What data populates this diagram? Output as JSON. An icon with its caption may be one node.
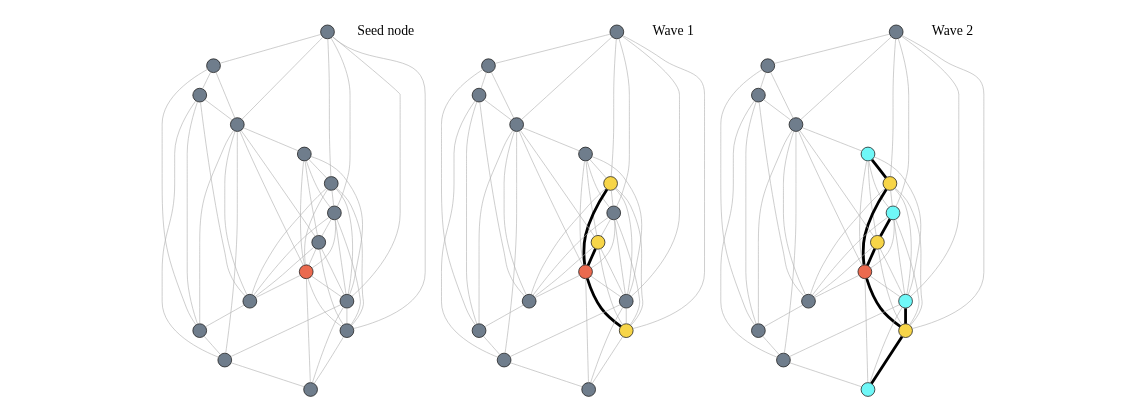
{
  "diagram": {
    "nodes": [
      {
        "text": [],
        "shape": "circle"
      },
      {
        "text": [],
        "shape": "circle"
      },
      {
        "text": [],
        "shape": "circle"
      },
      {
        "text": [],
        "shape": "circle"
      },
      {
        "text": [],
        "shape": "circle"
      },
      {
        "text": [],
        "shape": "circle"
      },
      {
        "text": [],
        "shape": "circle"
      },
      {
        "text": [],
        "shape": "circle"
      },
      {
        "text": [],
        "shape": "circle"
      },
      {
        "text": [],
        "shape": "circle"
      },
      {
        "text": [],
        "shape": "circle"
      },
      {
        "text": [],
        "shape": "circle"
      },
      {
        "text": [],
        "shape": "circle"
      },
      {
        "text": [],
        "shape": "circle"
      },
      {
        "text": [],
        "shape": "circle"
      },
      {
        "text": [],
        "shape": "circle"
      },
      {
        "text": [],
        "shape": "circle"
      },
      {
        "text": [],
        "shape": "circle"
      },
      {
        "text": [],
        "shape": "circle"
      },
      {
        "text": [],
        "shape": "circle"
      },
      {
        "text": [],
        "shape": "circle"
      },
      {
        "text": [],
        "shape": "circle"
      },
      {
        "text": [],
        "shape": "circle"
      },
      {
        "text": [],
        "shape": "circle"
      },
      {
        "text": [],
        "shape": "circle"
      },
      {
        "text": [],
        "shape": "circle"
      },
      {
        "text": [],
        "shape": "circle"
      },
      {
        "text": [],
        "shape": "circle"
      },
      {
        "text": [],
        "shape": "circle"
      },
      {
        "text": [],
        "shape": "circle"
      },
      {
        "text": [],
        "shape": "circle"
      },
      {
        "text": [],
        "shape": "circle"
      },
      {
        "text": [],
        "shape": "circle"
      },
      {
        "text": [],
        "shape": "circle"
      },
      {
        "text": [],
        "shape": "circle"
      },
      {
        "text": [],
        "shape": "circle"
      },
      {
        "text": [],
        "shape": "circle"
      },
      {
        "text": [],
        "shape": "circle"
      },
      {
        "text": [],
        "shape": "circle"
      },
      {
        "text": [],
        "shape": "circle"
      },
      {
        "text": [],
        "shape": "circle"
      },
      {
        "text": [],
        "shape": "circle"
      },
      {
        "text": [],
        "shape": "circle"
      },
      {
        "text": [],
        "shape": "circle"
      },
      {
        "text": [],
        "shape": "circle"
      }
    ],
    "edges": [
      {
        "from": 0,
        "to": 1,
        "arrow": "none"
      },
      {
        "from": 0,
        "to": 3,
        "arrow": "none"
      },
      {
        "from": 0,
        "to": 5,
        "arrow": "none"
      },
      {
        "from": 0,
        "to": 6,
        "arrow": "none"
      },
      {
        "from": 0,
        "to": 12,
        "arrow": "none"
      },
      {
        "from": 0,
        "to": 11,
        "arrow": "none"
      },
      {
        "from": 1,
        "to": 5,
        "arrow": "none"
      },
      {
        "from": 1,
        "to": 4,
        "arrow": "none"
      },
      {
        "from": 1,
        "to": 8,
        "arrow": "none"
      },
      {
        "from": 4,
        "to": 8,
        "arrow": "none"
      },
      {
        "from": 4,
        "to": 13,
        "arrow": "none"
      },
      {
        "from": 8,
        "to": 13,
        "arrow": "none"
      },
      {
        "from": 4,
        "to": 9,
        "arrow": "none"
      },
      {
        "from": 4,
        "to": 5,
        "arrow": "none"
      },
      {
        "from": 5,
        "to": 8,
        "arrow": "none"
      },
      {
        "from": 5,
        "to": 13,
        "arrow": "none"
      },
      {
        "from": 5,
        "to": 9,
        "arrow": "none"
      },
      {
        "from": 5,
        "to": 2,
        "arrow": "none"
      },
      {
        "from": 5,
        "to": 7,
        "arrow": "none"
      },
      {
        "from": 5,
        "to": 10,
        "arrow": "none"
      },
      {
        "from": 9,
        "to": 8,
        "arrow": "none"
      },
      {
        "from": 9,
        "to": 6,
        "arrow": "none"
      },
      {
        "from": 11,
        "to": 13,
        "arrow": "none"
      },
      {
        "from": 13,
        "to": 14,
        "arrow": "none"
      },
      {
        "from": 2,
        "to": 3,
        "arrow": "none"
      },
      {
        "from": 2,
        "to": 7,
        "arrow": "none"
      },
      {
        "from": 2,
        "to": 10,
        "arrow": "none"
      },
      {
        "from": 2,
        "to": 11,
        "arrow": "none"
      },
      {
        "from": 2,
        "to": 6,
        "arrow": "none"
      },
      {
        "from": 3,
        "to": 10,
        "arrow": "none"
      },
      {
        "from": 3,
        "to": 11,
        "arrow": "none"
      },
      {
        "from": 3,
        "to": 12,
        "arrow": "none"
      },
      {
        "from": 3,
        "to": 9,
        "arrow": "none"
      },
      {
        "from": 3,
        "to": 6,
        "arrow": "none"
      },
      {
        "from": 6,
        "to": 7,
        "arrow": "none"
      },
      {
        "from": 6,
        "to": 10,
        "arrow": "none"
      },
      {
        "from": 6,
        "to": 12,
        "arrow": "none"
      },
      {
        "from": 6,
        "to": 11,
        "arrow": "none"
      },
      {
        "from": 7,
        "to": 10,
        "arrow": "none"
      },
      {
        "from": 7,
        "to": 12,
        "arrow": "none"
      },
      {
        "from": 7,
        "to": 9,
        "arrow": "none"
      },
      {
        "from": 7,
        "to": 11,
        "arrow": "none"
      },
      {
        "from": 10,
        "to": 11,
        "arrow": "none"
      },
      {
        "from": 10,
        "to": 12,
        "arrow": "none"
      },
      {
        "from": 10,
        "to": 14,
        "arrow": "none"
      },
      {
        "from": 10,
        "to": 9,
        "arrow": "none"
      },
      {
        "from": 11,
        "to": 14,
        "arrow": "none"
      },
      {
        "from": 11,
        "to": 12,
        "arrow": "none"
      },
      {
        "from": 12,
        "to": 14,
        "arrow": "none"
      },
      {
        "from": 15,
        "to": 16,
        "arrow": "none"
      },
      {
        "from": 15,
        "to": 18,
        "arrow": "none"
      },
      {
        "from": 15,
        "to": 20,
        "arrow": "none"
      },
      {
        "from": 15,
        "to": 21,
        "arrow": "none"
      },
      {
        "from": 15,
        "to": 27,
        "arrow": "none"
      },
      {
        "from": 15,
        "to": 26,
        "arrow": "none"
      },
      {
        "from": 16,
        "to": 20,
        "arrow": "none"
      },
      {
        "from": 16,
        "to": 19,
        "arrow": "none"
      },
      {
        "from": 16,
        "to": 23,
        "arrow": "none"
      },
      {
        "from": 19,
        "to": 23,
        "arrow": "none"
      },
      {
        "from": 19,
        "to": 28,
        "arrow": "none"
      },
      {
        "from": 23,
        "to": 28,
        "arrow": "none"
      },
      {
        "from": 19,
        "to": 24,
        "arrow": "none"
      },
      {
        "from": 19,
        "to": 20,
        "arrow": "none"
      },
      {
        "from": 20,
        "to": 23,
        "arrow": "none"
      },
      {
        "from": 20,
        "to": 28,
        "arrow": "none"
      },
      {
        "from": 20,
        "to": 24,
        "arrow": "none"
      },
      {
        "from": 20,
        "to": 17,
        "arrow": "none"
      },
      {
        "from": 20,
        "to": 22,
        "arrow": "none"
      },
      {
        "from": 20,
        "to": 25,
        "arrow": "none"
      },
      {
        "from": 24,
        "to": 23,
        "arrow": "none"
      },
      {
        "from": 24,
        "to": 21,
        "arrow": "none"
      },
      {
        "from": 26,
        "to": 28,
        "arrow": "none"
      },
      {
        "from": 28,
        "to": 29,
        "arrow": "none"
      },
      {
        "from": 17,
        "to": 18,
        "arrow": "none"
      },
      {
        "from": 17,
        "to": 22,
        "arrow": "none"
      },
      {
        "from": 17,
        "to": 25,
        "arrow": "none"
      },
      {
        "from": 17,
        "to": 26,
        "arrow": "none"
      },
      {
        "from": 17,
        "to": 21,
        "arrow": "none"
      },
      {
        "from": 18,
        "to": 25,
        "arrow": "none",
        "style": "thick",
        "color": "#000000"
      },
      {
        "from": 18,
        "to": 26,
        "arrow": "none"
      },
      {
        "from": 18,
        "to": 27,
        "arrow": "none"
      },
      {
        "from": 18,
        "to": 24,
        "arrow": "none"
      },
      {
        "from": 18,
        "to": 21,
        "arrow": "none"
      },
      {
        "from": 21,
        "to": 22,
        "arrow": "none"
      },
      {
        "from": 21,
        "to": 25,
        "arrow": "none"
      },
      {
        "from": 21,
        "to": 27,
        "arrow": "none"
      },
      {
        "from": 21,
        "to": 26,
        "arrow": "none"
      },
      {
        "from": 22,
        "to": 25,
        "arrow": "none",
        "style": "thick",
        "color": "#000000"
      },
      {
        "from": 22,
        "to": 27,
        "arrow": "none"
      },
      {
        "from": 22,
        "to": 24,
        "arrow": "none"
      },
      {
        "from": 22,
        "to": 26,
        "arrow": "none"
      },
      {
        "from": 25,
        "to": 26,
        "arrow": "none"
      },
      {
        "from": 25,
        "to": 27,
        "arrow": "none",
        "style": "thick",
        "color": "#000000"
      },
      {
        "from": 25,
        "to": 29,
        "arrow": "none"
      },
      {
        "from": 25,
        "to": 24,
        "arrow": "none"
      },
      {
        "from": 26,
        "to": 29,
        "arrow": "none"
      },
      {
        "from": 26,
        "to": 27,
        "arrow": "none"
      },
      {
        "from": 27,
        "to": 29,
        "arrow": "none"
      },
      {
        "from": 30,
        "to": 31,
        "arrow": "none"
      },
      {
        "from": 30,
        "to": 33,
        "arrow": "none"
      },
      {
        "from": 30,
        "to": 35,
        "arrow": "none"
      },
      {
        "from": 30,
        "to": 36,
        "arrow": "none"
      },
      {
        "from": 30,
        "to": 42,
        "arrow": "none"
      },
      {
        "from": 30,
        "to": 41,
        "arrow": "none"
      },
      {
        "from": 31,
        "to": 35,
        "arrow": "none"
      },
      {
        "from": 31,
        "to": 34,
        "arrow": "none"
      },
      {
        "from": 31,
        "to": 38,
        "arrow": "none"
      },
      {
        "from": 34,
        "to": 38,
        "arrow": "none"
      },
      {
        "from": 34,
        "to": 43,
        "arrow": "none"
      },
      {
        "from": 38,
        "to": 43,
        "arrow": "none"
      },
      {
        "from": 34,
        "to": 39,
        "arrow": "none"
      },
      {
        "from": 34,
        "to": 35,
        "arrow": "none"
      },
      {
        "from": 35,
        "to": 38,
        "arrow": "none"
      },
      {
        "from": 35,
        "to": 43,
        "arrow": "none"
      },
      {
        "from": 35,
        "to": 39,
        "arrow": "none"
      },
      {
        "from": 35,
        "to": 32,
        "arrow": "none"
      },
      {
        "from": 35,
        "to": 37,
        "arrow": "none"
      },
      {
        "from": 35,
        "to": 40,
        "arrow": "none"
      },
      {
        "from": 39,
        "to": 38,
        "arrow": "none"
      },
      {
        "from": 39,
        "to": 36,
        "arrow": "none"
      },
      {
        "from": 41,
        "to": 43,
        "arrow": "none"
      },
      {
        "from": 43,
        "to": 44,
        "arrow": "none"
      },
      {
        "from": 32,
        "to": 33,
        "arrow": "none",
        "style": "thick",
        "color": "#000000"
      },
      {
        "from": 32,
        "to": 37,
        "arrow": "none"
      },
      {
        "from": 32,
        "to": 40,
        "arrow": "none"
      },
      {
        "from": 32,
        "to": 41,
        "arrow": "none"
      },
      {
        "from": 32,
        "to": 36,
        "arrow": "none"
      },
      {
        "from": 33,
        "to": 40,
        "arrow": "none",
        "style": "thick",
        "color": "#000000"
      },
      {
        "from": 33,
        "to": 41,
        "arrow": "none"
      },
      {
        "from": 33,
        "to": 42,
        "arrow": "none"
      },
      {
        "from": 33,
        "to": 39,
        "arrow": "none"
      },
      {
        "from": 33,
        "to": 36,
        "arrow": "none"
      },
      {
        "from": 36,
        "to": 37,
        "arrow": "none",
        "style": "thick",
        "color": "#000000"
      },
      {
        "from": 36,
        "to": 40,
        "arrow": "none"
      },
      {
        "from": 36,
        "to": 42,
        "arrow": "none"
      },
      {
        "from": 36,
        "to": 41,
        "arrow": "none"
      },
      {
        "from": 37,
        "to": 40,
        "arrow": "none",
        "style": "thick",
        "color": "#000000"
      },
      {
        "from": 37,
        "to": 42,
        "arrow": "none"
      },
      {
        "from": 37,
        "to": 39,
        "arrow": "none"
      },
      {
        "from": 37,
        "to": 41,
        "arrow": "none"
      },
      {
        "from": 40,
        "to": 41,
        "arrow": "none"
      },
      {
        "from": 40,
        "to": 42,
        "arrow": "none",
        "style": "thick",
        "color": "#000000"
      },
      {
        "from": 40,
        "to": 44,
        "arrow": "none"
      },
      {
        "from": 40,
        "to": 39,
        "arrow": "none"
      },
      {
        "from": 41,
        "to": 44,
        "arrow": "none"
      },
      {
        "from": 41,
        "to": 42,
        "arrow": "none",
        "style": "thick",
        "color": "#000000"
      },
      {
        "from": 42,
        "to": 44,
        "arrow": "none",
        "style": "thick",
        "color": "#000000"
      }
    ],
    "labels": [
      "Seed node",
      "Wave 1",
      "Wave 2"
    ]
  }
}
